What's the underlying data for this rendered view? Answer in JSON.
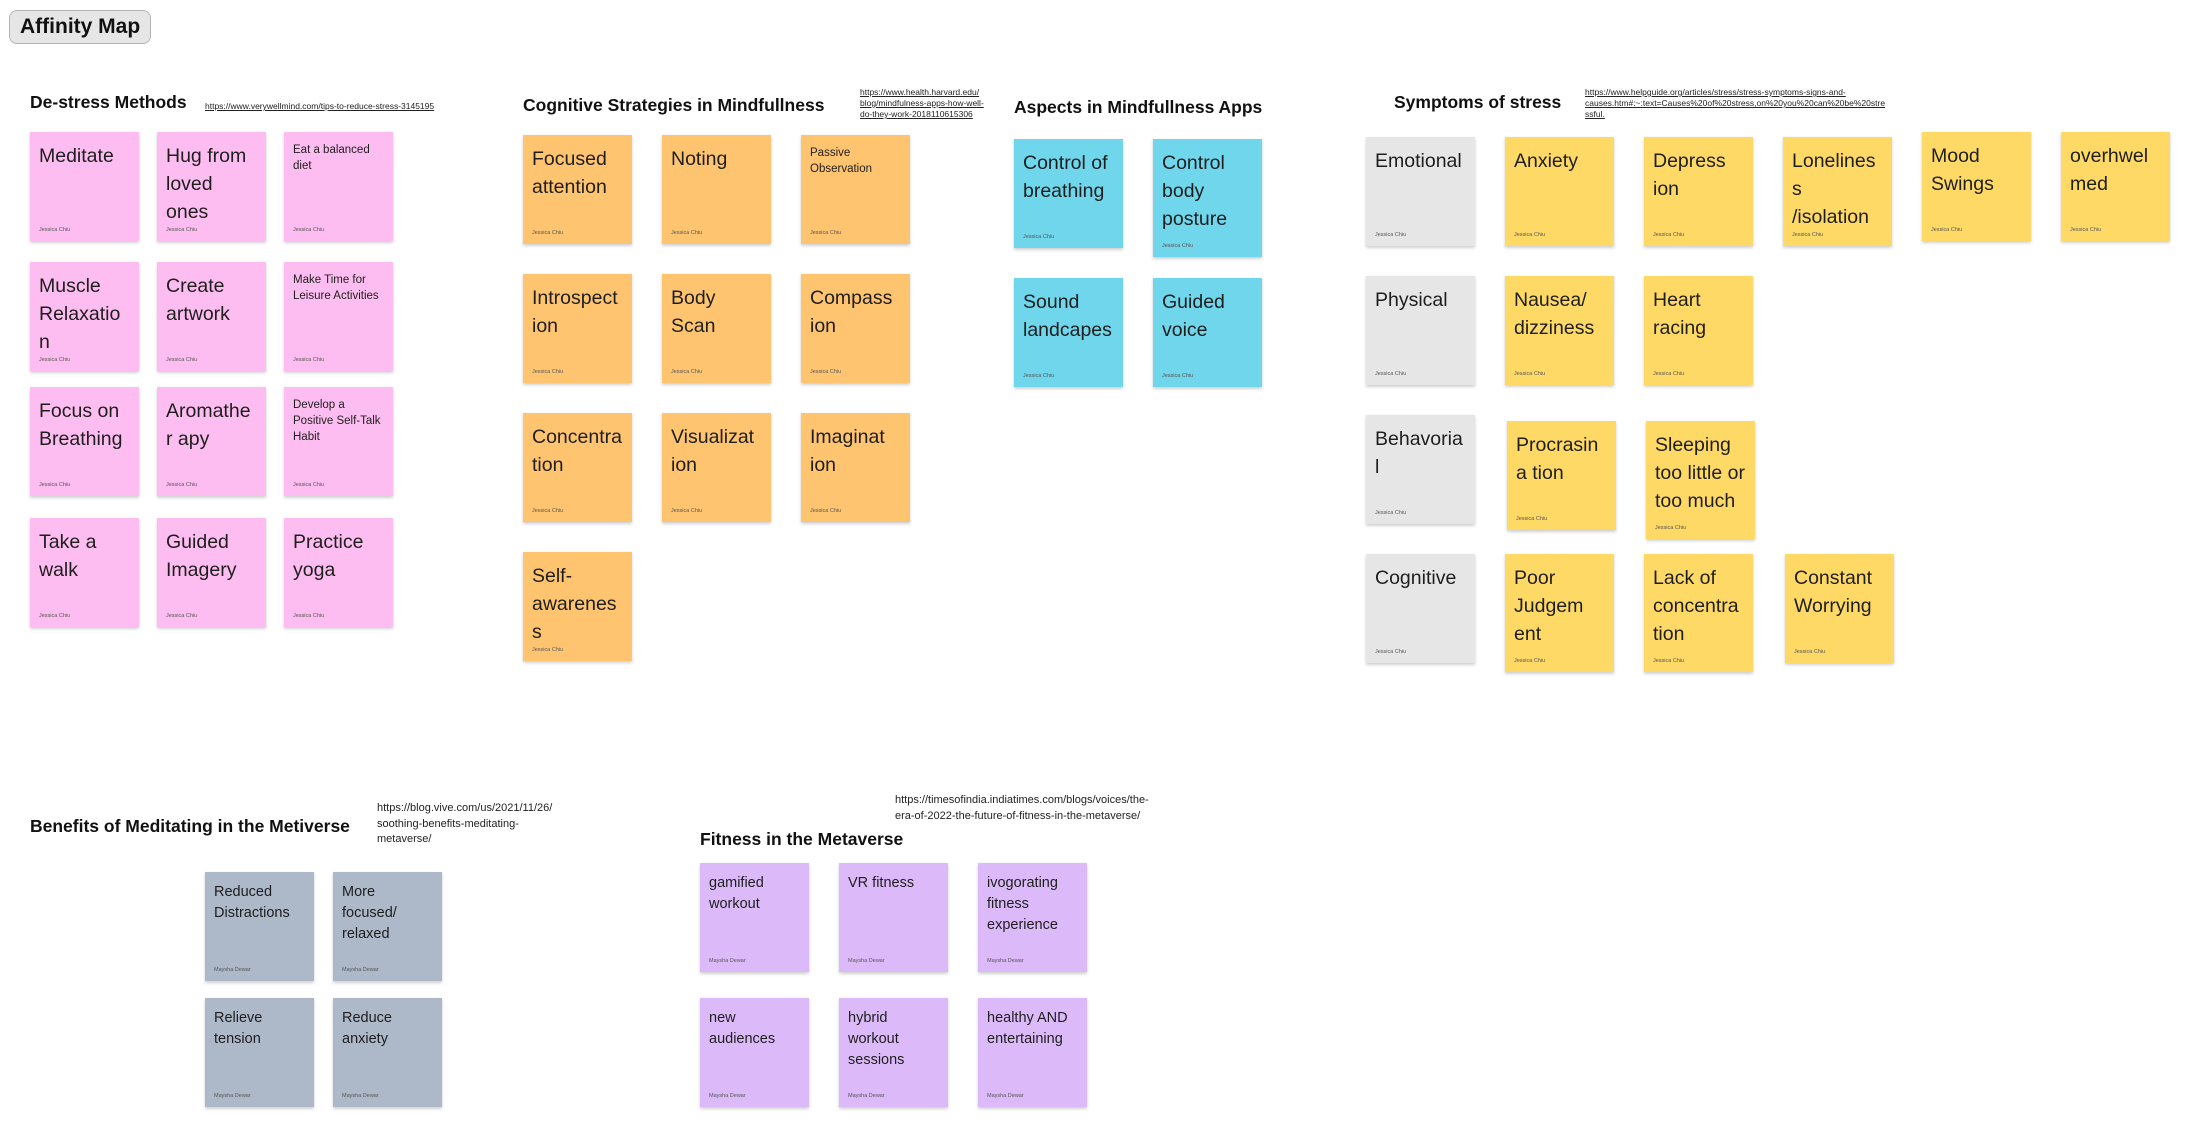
{
  "board": {
    "title": "Affinity Map"
  },
  "sections": [
    {
      "id": "destress",
      "title": "De-stress Methods",
      "link": "https://www.verywellmind.com/tips-to-reduce-stress-3145195",
      "notes": [
        {
          "text": "Meditate",
          "author": "Jessica Chiu",
          "color": "#fdbdf0"
        },
        {
          "text": "Hug from loved ones",
          "author": "Jessica Chiu",
          "color": "#fdbdf0"
        },
        {
          "text": "Eat a balanced diet",
          "author": "Jessica Chiu",
          "color": "#fdbdf0"
        },
        {
          "text": "Muscle Relaxation",
          "author": "Jessica Chiu",
          "color": "#fdbdf0"
        },
        {
          "text": "Create artwork",
          "author": "Jessica Chiu",
          "color": "#fdbdf0"
        },
        {
          "text": "Make Time for Leisure Activities",
          "author": "Jessica Chiu",
          "color": "#fdbdf0"
        },
        {
          "text": "Focus on Breathing",
          "author": "Jessica Chiu",
          "color": "#fdbdf0"
        },
        {
          "text": "Aromather apy",
          "author": "Jessica Chiu",
          "color": "#fdbdf0"
        },
        {
          "text": "Develop a Positive Self-Talk Habit",
          "author": "Jessica Chiu",
          "color": "#fdbdf0"
        },
        {
          "text": "Take a walk",
          "author": "Jessica Chiu",
          "color": "#fdbdf0"
        },
        {
          "text": "Guided Imagery",
          "author": "Jessica Chiu",
          "color": "#fdbdf0"
        },
        {
          "text": "Practice yoga",
          "author": "Jessica Chiu",
          "color": "#fdbdf0"
        }
      ]
    },
    {
      "id": "cognitive",
      "title": "Cognitive Strategies in Mindfullness",
      "link": "https://www.health.harvard.edu/\nblog/mindfulness-apps-how-well-\ndo-they-work-2018110615306",
      "notes": [
        {
          "text": "Focused attention",
          "author": "Jessica Chiu",
          "color": "#ffc470"
        },
        {
          "text": "Noting",
          "author": "Jessica Chiu",
          "color": "#ffc470"
        },
        {
          "text": "Passive Observation",
          "author": "Jessica Chiu",
          "color": "#ffc470"
        },
        {
          "text": "Introspect ion",
          "author": "Jessica Chiu",
          "color": "#ffc470"
        },
        {
          "text": "Body Scan",
          "author": "Jessica Chiu",
          "color": "#ffc470"
        },
        {
          "text": "Compass ion",
          "author": "Jessica Chiu",
          "color": "#ffc470"
        },
        {
          "text": "Concentra tion",
          "author": "Jessica Chiu",
          "color": "#ffc470"
        },
        {
          "text": "Visualizat ion",
          "author": "Jessica Chiu",
          "color": "#ffc470"
        },
        {
          "text": "Imaginat ion",
          "author": "Jessica Chiu",
          "color": "#ffc470"
        },
        {
          "text": "Self-awareness",
          "author": "Jessica Chiu",
          "color": "#ffc470"
        }
      ]
    },
    {
      "id": "aspects",
      "title": "Aspects in Mindfullness  Apps",
      "notes": [
        {
          "text": "Control of breathing",
          "author": "Jessica Chiu",
          "color": "#6fd6ec"
        },
        {
          "text": "Control body posture",
          "author": "Jessica Chiu",
          "color": "#6fd6ec"
        },
        {
          "text": "Sound landcapes",
          "author": "Jessica Chiu",
          "color": "#6fd6ec"
        },
        {
          "text": "Guided voice",
          "author": "Jessica Chiu",
          "color": "#6fd6ec"
        }
      ]
    },
    {
      "id": "symptoms",
      "title": "Symptoms of stress",
      "link": "https://www.helpguide.org/articles/stress/stress-symptoms-signs-and-\ncauses.htm#:~:text=Causes%20of%20stress,on%20you%20can%20be%20stre\nssful.",
      "notes": [
        {
          "text": "Emotional",
          "author": "Jessica Chiu",
          "color": "#e6e6e6"
        },
        {
          "text": "Anxiety",
          "author": "Jessica Chiu",
          "color": "#ffd966"
        },
        {
          "text": "Depress ion",
          "author": "Jessica Chiu",
          "color": "#ffd966"
        },
        {
          "text": "Loneliness /isolation",
          "author": "Jessica Chiu",
          "color": "#ffd966"
        },
        {
          "text": "Mood Swings",
          "author": "Jessica Chiu",
          "color": "#ffd966"
        },
        {
          "text": "overhwel med",
          "author": "Jessica Chiu",
          "color": "#ffd966"
        },
        {
          "text": "Physical",
          "author": "Jessica Chiu",
          "color": "#e6e6e6"
        },
        {
          "text": "Nausea/ dizziness",
          "author": "Jessica Chiu",
          "color": "#ffd966"
        },
        {
          "text": "Heart racing",
          "author": "Jessica Chiu",
          "color": "#ffd966"
        },
        {
          "text": "Behavorial",
          "author": "Jessica Chiu",
          "color": "#e6e6e6"
        },
        {
          "text": "Procrasina tion",
          "author": "Jessica Chiu",
          "color": "#ffd966"
        },
        {
          "text": "Sleeping too little or too much",
          "author": "Jessica Chiu",
          "color": "#ffd966"
        },
        {
          "text": "Cognitive",
          "author": "Jessica Chiu",
          "color": "#e6e6e6"
        },
        {
          "text": "Poor Judgem ent",
          "author": "Jessica Chiu",
          "color": "#ffd966"
        },
        {
          "text": "Lack of concentra tion",
          "author": "Jessica Chiu",
          "color": "#ffd966"
        },
        {
          "text": "Constant Worrying",
          "author": "Jessica Chiu",
          "color": "#ffd966"
        }
      ]
    },
    {
      "id": "benefits",
      "title": "Benefits of Meditating in the Metiverse",
      "link": "https://blog.vive.com/us/2021/11/26/\nsoothing-benefits-meditating-\nmetaverse/",
      "notes": [
        {
          "text": "Reduced Distractions",
          "author": "Maysha Dewar",
          "color": "#adb8c9"
        },
        {
          "text": "More focused/ relaxed",
          "author": "Maysha Dewar",
          "color": "#adb8c9"
        },
        {
          "text": "Relieve tension",
          "author": "Maysha Dewar",
          "color": "#adb8c9"
        },
        {
          "text": "Reduce anxiety",
          "author": "Maysha Dewar",
          "color": "#adb8c9"
        }
      ]
    },
    {
      "id": "fitness",
      "title": "Fitness in the Metaverse",
      "link": "https://timesofindia.indiatimes.com/blogs/voices/the-\nera-of-2022-the-future-of-fitness-in-the-metaverse/",
      "notes": [
        {
          "text": "gamified workout",
          "author": "Maysha Dewar",
          "color": "#dcbaf9"
        },
        {
          "text": "VR fitness",
          "author": "Maysha Dewar",
          "color": "#dcbaf9"
        },
        {
          "text": "ivogorating fitness experience",
          "author": "Maysha Dewar",
          "color": "#dcbaf9"
        },
        {
          "text": "new audiences",
          "author": "Maysha Dewar",
          "color": "#dcbaf9"
        },
        {
          "text": "hybrid workout sessions",
          "author": "Maysha Dewar",
          "color": "#dcbaf9"
        },
        {
          "text": "healthy AND entertaining",
          "author": "Maysha Dewar",
          "color": "#dcbaf9"
        }
      ]
    }
  ]
}
